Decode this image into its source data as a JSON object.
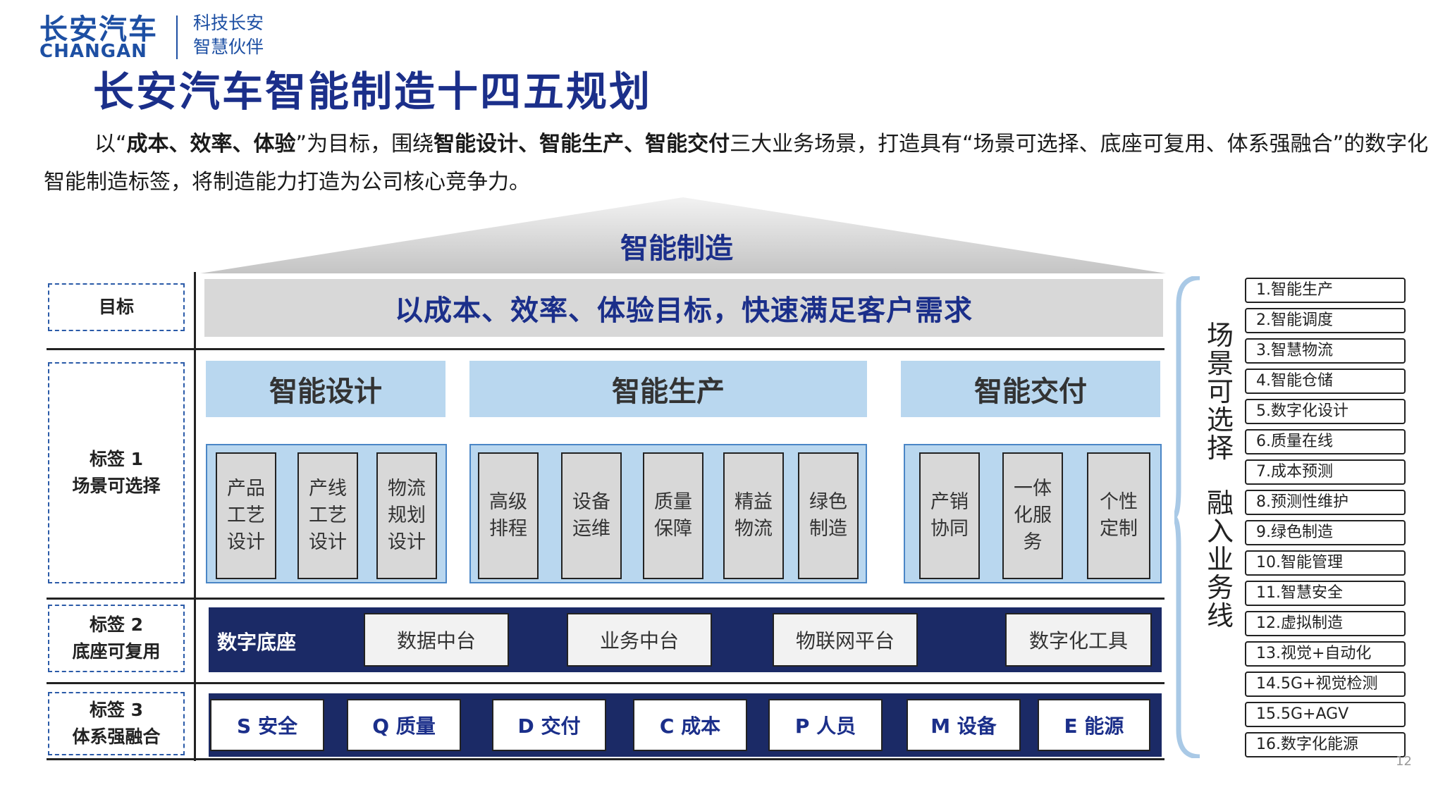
{
  "logo": {
    "brand_cn": "长安汽车",
    "brand_en": "CHANGAN",
    "slogan_line1": "科技长安",
    "slogan_line2": "智慧伙伴",
    "brand_color": "#1d4fa3"
  },
  "title": "长安汽车智能制造十四五规划",
  "intro": {
    "p1": "以“",
    "b1": "成本、效率、体验",
    "p2": "”为目标，围绕",
    "b2": "智能设计、智能生产、智能交付",
    "p3": "三大业务场景，打造具有“场景可选择、底座可复用、体系强融合”的数字化智能制造标签，将制造能力打造为公司核心竞争力。"
  },
  "roof_label": "智能制造",
  "rows": {
    "goal_label": "目标",
    "tag1_title": "标签 1",
    "tag1_sub": "场景可选择",
    "tag2_title": "标签 2",
    "tag2_sub": "底座可复用",
    "tag3_title": "标签 3",
    "tag3_sub": "体系强融合"
  },
  "goal_text": "以成本、效率、体验目标，快速满足客户需求",
  "categories": [
    "智能设计",
    "智能生产",
    "智能交付"
  ],
  "design_items": [
    "产品工艺设计",
    "产线工艺设计",
    "物流规划设计"
  ],
  "production_items": [
    "高级排程",
    "设备运维",
    "质量保障",
    "精益物流",
    "绿色制造"
  ],
  "delivery_items": [
    "产销协同",
    "一体化服务",
    "个性定制"
  ],
  "digital_base": {
    "label": "数字底座",
    "items": [
      "数据中台",
      "业务中台",
      "物联网平台",
      "数字化工具"
    ]
  },
  "system_items": [
    "S 安全",
    "Q 质量",
    "D 交付",
    "C 成本",
    "P 人员",
    "M 设备",
    "E 能源"
  ],
  "brace_text_1": "场景可选择",
  "brace_text_2": "融入业务线",
  "scenes": [
    "1.智能生产",
    "2.智能调度",
    "3.智慧物流",
    "4.智能仓储",
    "5.数字化设计",
    "6.质量在线",
    "7.成本预测",
    "8.预测性维护",
    "9.绿色制造",
    "10.智能管理",
    "11.智慧安全",
    "12.虚拟制造",
    "13.视觉+自动化",
    "14.5G+视觉检测",
    "15.5G+AGV",
    "16.数字化能源"
  ],
  "page_number": "12",
  "colors": {
    "navy": "#1b2a66",
    "title_blue": "#1b2f8a",
    "light_blue": "#b9d7ef",
    "gray": "#d8d8d8"
  }
}
